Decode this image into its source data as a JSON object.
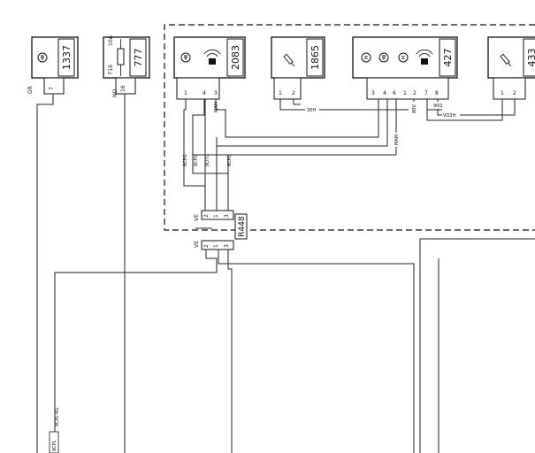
{
  "components": {
    "c1337": {
      "id": "1337"
    },
    "c777": {
      "id": "777",
      "fuse": "F16",
      "rating": "10A"
    },
    "c2083": {
      "id": "2083"
    },
    "c1865": {
      "id": "1865"
    },
    "c427": {
      "id": "427"
    },
    "c433": {
      "id": "433"
    }
  },
  "connector": {
    "id": "R448",
    "color_top": "VE",
    "color_bottom": "VE"
  },
  "pins": {
    "c1337": [
      "7"
    ],
    "c777": [
      "16"
    ],
    "c2083": [
      "1",
      "4",
      "3"
    ],
    "c1865": [
      "1",
      "2"
    ],
    "c427": [
      "3",
      "4",
      "6",
      "1",
      "2",
      "7",
      "8"
    ],
    "c433": [
      "1",
      "2"
    ],
    "r448_top": [
      "2",
      "1",
      "3"
    ],
    "r448_bottom": [
      "2",
      "1",
      "3"
    ]
  },
  "wire_labels": {
    "gr": "GR",
    "no": "NO",
    "mam_2083": "MAM",
    "w_30h": "30H",
    "w_80v": "80V",
    "w_90q": "90Q",
    "w_vo3h": "VO3H",
    "mam_427": "MAM",
    "w_8cpg": "8CPG",
    "w_8cpo1": "8CPO",
    "w_8otg": "8OTG",
    "w_8cpo2": "8CPO",
    "bcpl": "8CPL-RG"
  },
  "bottom_tag": "8CPL",
  "icons": [
    "ground-icon",
    "horn-icon",
    "sensor-icon",
    "siren-icon"
  ]
}
